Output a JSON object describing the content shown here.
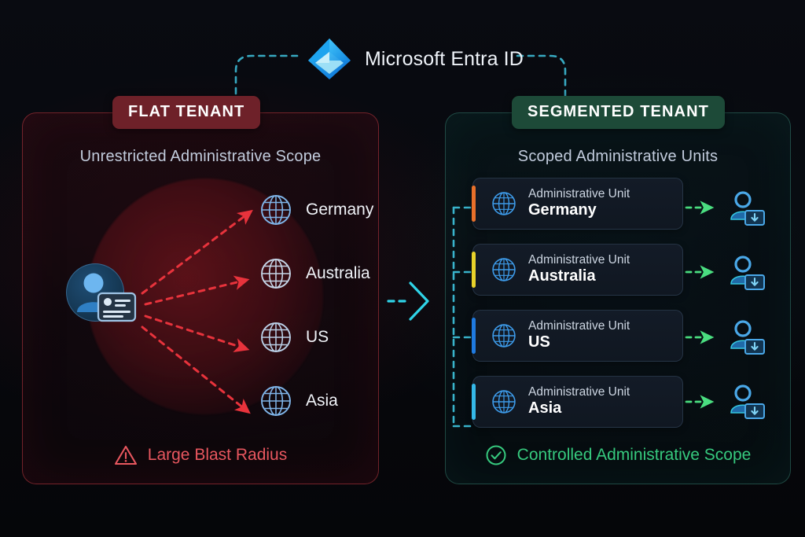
{
  "header": {
    "title": "Microsoft Entra ID",
    "logo_icon": "microsoft-entra-id-diamond-icon"
  },
  "colors": {
    "background": "#07090e",
    "flat_badge": "#6e2129",
    "segmented_badge": "#1d4a38",
    "flat_border": "#c43a44",
    "segmented_border": "#347a6e",
    "blast_radius": "#961a22",
    "danger_text": "#e8575f",
    "success_text": "#36c97e",
    "connector_cyan": "#3fc6e0",
    "connector_green": "#4ade80",
    "fan_arrow_red": "#e8333c",
    "globe_icon": "#7fb4e8",
    "entra_logo_blue": "#1b9de2"
  },
  "left_panel": {
    "badge": "FLAT TENANT",
    "subtitle": "Unrestricted Administrative Scope",
    "admin_icon": "admin-user-badge-icon",
    "blast_circle_label": "blast-radius-circle",
    "regions": [
      {
        "label": "Germany",
        "icon": "globe-icon"
      },
      {
        "label": "Australia",
        "icon": "globe-icon"
      },
      {
        "label": "US",
        "icon": "globe-icon"
      },
      {
        "label": "Asia",
        "icon": "globe-icon"
      }
    ],
    "footer": {
      "icon": "warning-triangle-icon",
      "text": "Large Blast Radius"
    }
  },
  "center": {
    "transition_icon": "chevron-right-icon"
  },
  "right_panel": {
    "badge": "SEGMENTED TENANT",
    "subtitle": "Scoped Administrative Units",
    "units": [
      {
        "kind": "Administrative Unit",
        "name": "Germany",
        "accent": "#e8702a",
        "icon": "globe-icon",
        "admin_icon": "scoped-admin-icon"
      },
      {
        "kind": "Administrative Unit",
        "name": "Australia",
        "accent": "#e8d22a",
        "icon": "globe-icon",
        "admin_icon": "scoped-admin-icon"
      },
      {
        "kind": "Administrative Unit",
        "name": "US",
        "accent": "#1f7ae0",
        "icon": "globe-icon",
        "admin_icon": "scoped-admin-icon"
      },
      {
        "kind": "Administrative Unit",
        "name": "Asia",
        "accent": "#35b8e8",
        "icon": "globe-icon",
        "admin_icon": "scoped-admin-icon"
      }
    ],
    "footer": {
      "icon": "check-circle-icon",
      "text": "Controlled Administrative Scope"
    }
  }
}
